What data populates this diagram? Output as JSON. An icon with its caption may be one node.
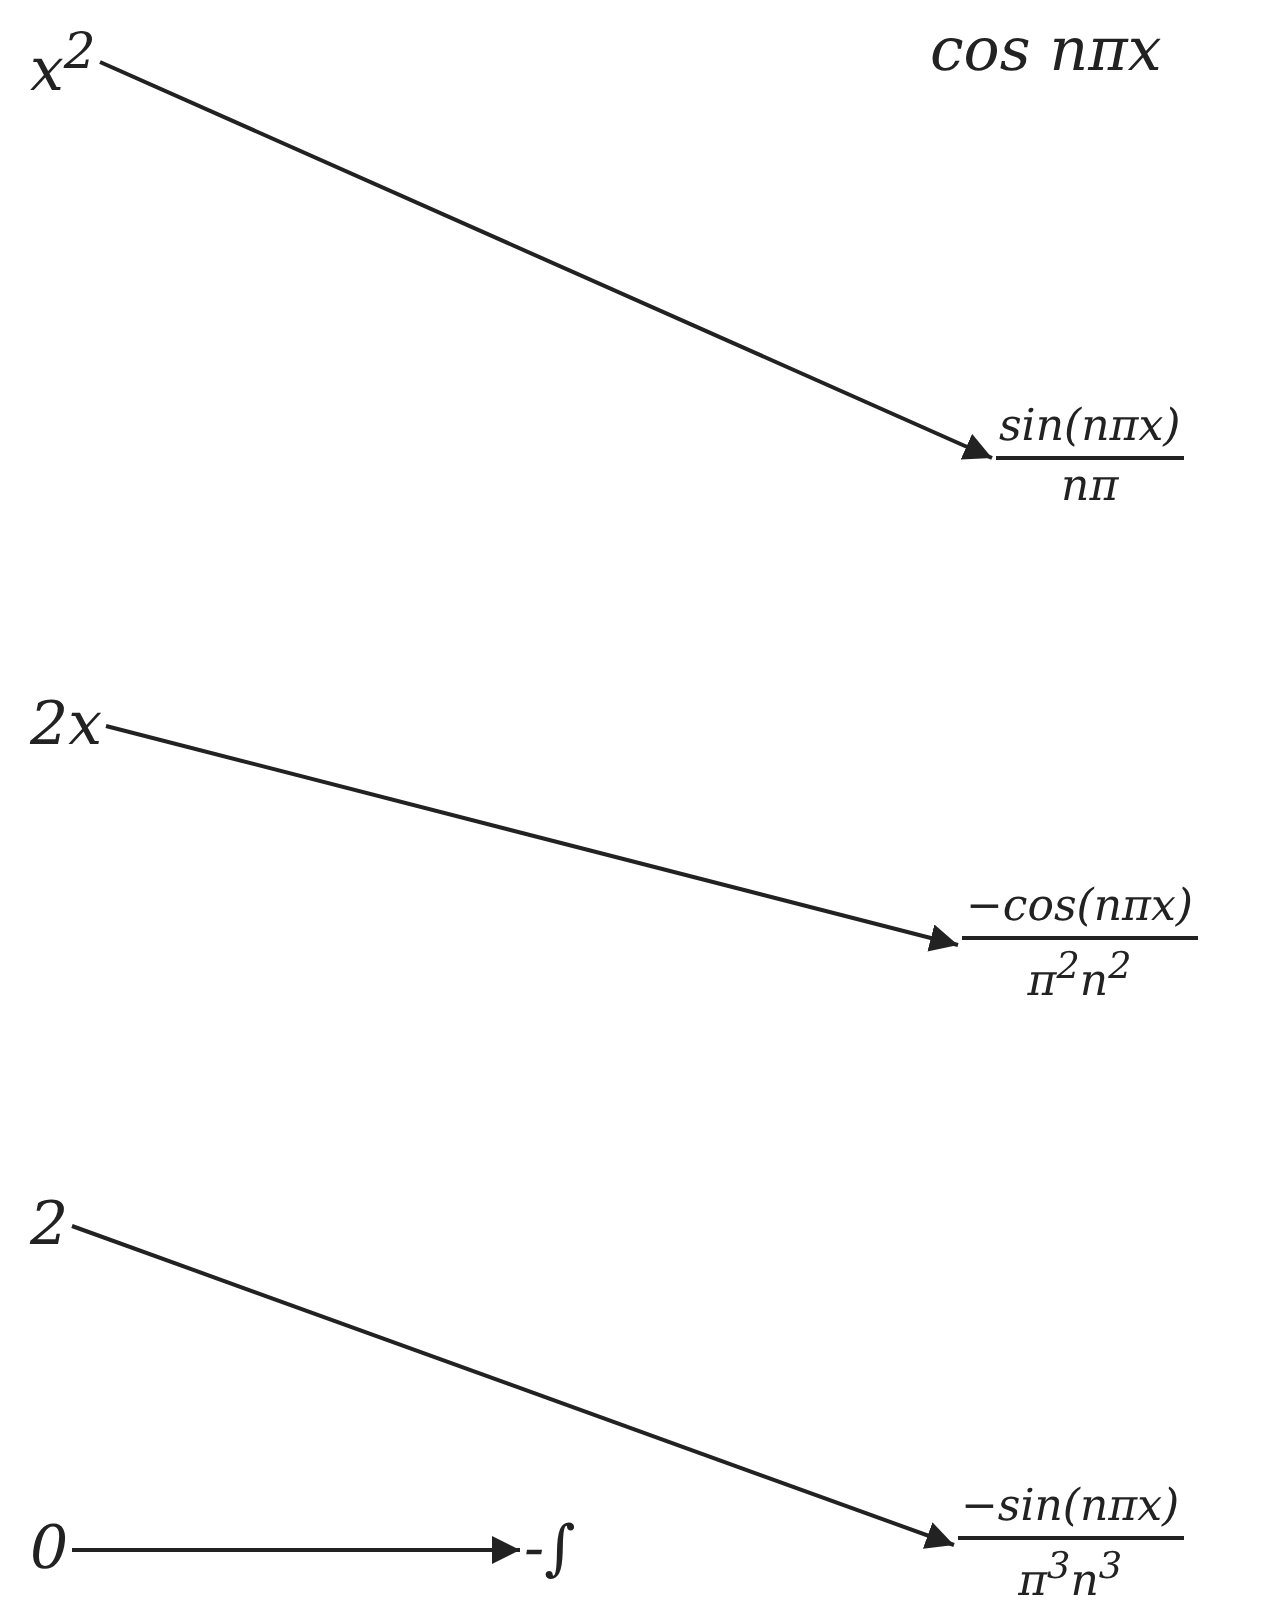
{
  "diagram": {
    "nodes": [
      {
        "text": [
          "x$^{2}$"
        ]
      },
      {
        "text": [
          "cos nπx"
        ]
      },
      {
        "text": [
          "sin(nπx)",
          "nπ"
        ]
      },
      {
        "text": [
          "2x"
        ]
      },
      {
        "text": [
          "−cos(nπx)",
          "π$^{2}$n$^{2}$"
        ]
      },
      {
        "text": [
          "2"
        ]
      },
      {
        "text": [
          "0"
        ]
      },
      {
        "text": [
          "-∫"
        ]
      },
      {
        "text": [
          "−sin(nπx)",
          "π$^{3}$n$^{3}$"
        ]
      }
    ],
    "edges": [
      {
        "from": 0,
        "to": 2,
        "arrow": "to"
      },
      {
        "from": 3,
        "to": 4,
        "arrow": "to"
      },
      {
        "from": 5,
        "to": 8,
        "arrow": "to"
      },
      {
        "from": 6,
        "to": 7,
        "arrow": "to"
      }
    ]
  }
}
